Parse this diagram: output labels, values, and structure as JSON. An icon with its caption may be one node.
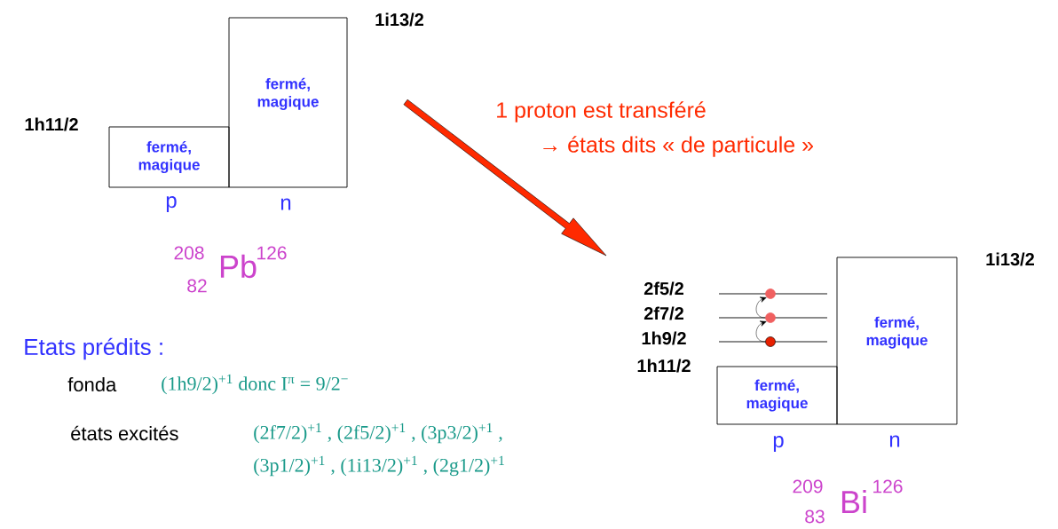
{
  "diagram": {
    "nodes": [
      {
        "text": [
          "fermé, magique"
        ]
      },
      {
        "text": [
          "fermé, magique"
        ]
      },
      {
        "text": [
          "fermé, magique"
        ]
      },
      {
        "text": [
          "fermé, magique"
        ]
      },
      {
        "text": [],
        "shape": "circle"
      },
      {
        "text": [],
        "shape": "circle"
      },
      {
        "text": [],
        "shape": "circle"
      }
    ],
    "edges": [
      {
        "from": 6,
        "to": 5,
        "arrow": "to"
      },
      {
        "from": 5,
        "to": 4,
        "arrow": "to"
      }
    ],
    "labels": [
      "1i13/2",
      "1h11/2",
      "p",
      "n",
      "208",
      "82",
      "Pb",
      "126",
      "1 proton est transféré",
      "→ états dits « de particule »",
      "2f5/2",
      "2f7/2",
      "1h9/2",
      "1h11/2",
      "1i13/2",
      "p",
      "n",
      "209",
      "83",
      "Bi",
      "126",
      "Etats prédits :",
      "fonda",
      "(1h9/2)$^{+1}$ donc I$^{π}$ = 9/2$^{−}$",
      "états excités",
      "(2f7/2)$^{+1}$ , (2f5/2)$^{+1}$ , (3p3/2)$^{+1}$ ,",
      "(3p1/2)$^{+1}$ , (1i13/2)$^{+1}$ , (2g1/2)$^{+1}$"
    ]
  }
}
